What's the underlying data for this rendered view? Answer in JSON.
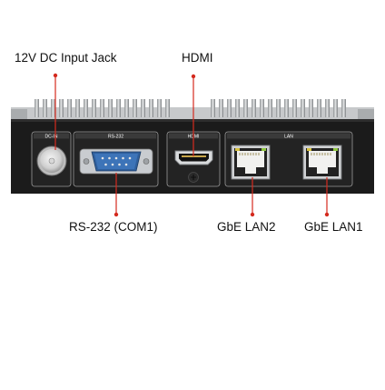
{
  "callouts": {
    "dc_input": "12V DC Input Jack",
    "hdmi": "HDMI",
    "rs232": "RS-232 (COM1)",
    "lan2": "GbE LAN2",
    "lan1": "GbE LAN1"
  },
  "panel_labels": {
    "dc_in": "DC-IN",
    "rs232": "RS-232",
    "hdmi": "HDMI",
    "lan": "LAN"
  },
  "colors": {
    "chassis": "#1b1b1b",
    "leader": "#d42a1e",
    "db9_blue": "#2f5f9c",
    "heatsink": "#b9bcbe"
  }
}
